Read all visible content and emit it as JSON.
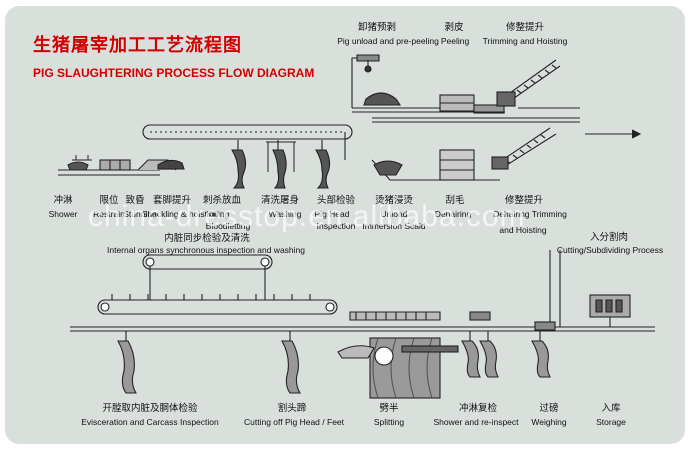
{
  "title": {
    "zh": "生猪屠宰加工工艺流程图",
    "en": "PIG SLAUGHTERING PROCESS FLOW DIAGRAM"
  },
  "watermark": "china-dresstop.en.alibaba.com",
  "colors": {
    "title": "#d40000",
    "background": "#d9e0dc",
    "line": "#222222"
  },
  "stages": {
    "unload": {
      "zh": "卸猪预剥",
      "en": "Pig unload and pre-peeling"
    },
    "peeling": {
      "zh": "剥皮",
      "en": "Peeling"
    },
    "trim_top": {
      "zh": "修整提升",
      "en": "Trimming and Hoisting"
    },
    "shower": {
      "zh": "冲淋",
      "en": "Shower"
    },
    "restrain": {
      "zh": "限位",
      "en": "Restrain"
    },
    "stun": {
      "zh": "致昏",
      "en": "Stunning"
    },
    "lift": {
      "zh": "套脚提升",
      "en": "Shackling & hoisting"
    },
    "kill": {
      "zh": "刺杀放血",
      "en": "Killing",
      "en2": "Bloodletting"
    },
    "washing": {
      "zh": "清洗屠身",
      "en": "Washing"
    },
    "head": {
      "zh": "头部检验",
      "en": "Pig Head",
      "en2": "Inspection"
    },
    "scald": {
      "zh": "烫猪浸烫",
      "en": "Unload",
      "en2": "Immersion Scald"
    },
    "dehair": {
      "zh": "刮毛",
      "en": "Dehairing"
    },
    "trim_mid": {
      "zh": "修整提升",
      "en": "Dehairing Trimming",
      "en2": "and Hoisting"
    },
    "viscera": {
      "zh": "内脏同步检验及清洗",
      "en": "Internal organs synchronous inspection and washing"
    },
    "cutting": {
      "zh": "入分割肉",
      "en": "Cutting/Subdividing Process"
    },
    "eviscerate": {
      "zh": "开膛取内脏及胴体检验",
      "en": "Evisceration and Carcass Inspection"
    },
    "cut_head": {
      "zh": "割头蹄",
      "en": "Cutting off Pig Head / Feet"
    },
    "split": {
      "zh": "劈半",
      "en": "Splitting"
    },
    "reinspect": {
      "zh": "冲淋复检",
      "en": "Shower and re-inspect"
    },
    "weigh": {
      "zh": "过磅",
      "en": "Weighing"
    },
    "storage": {
      "zh": "入库",
      "en": "Storage"
    }
  }
}
